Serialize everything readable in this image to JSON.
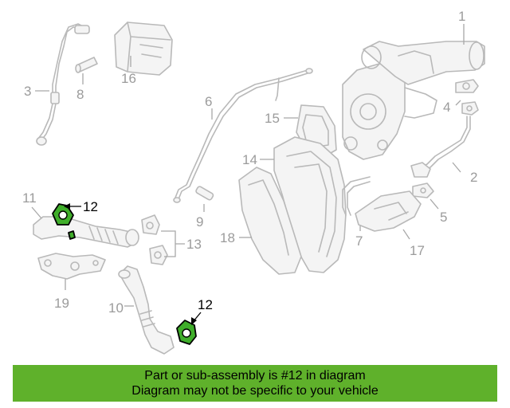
{
  "diagram": {
    "callouts": {
      "c1": "1",
      "c2": "2",
      "c3": "3",
      "c4": "4",
      "c5": "5",
      "c6": "6",
      "c7": "7",
      "c8": "8",
      "c9": "9",
      "c10": "10",
      "c11": "11",
      "c12a": "12",
      "c12b": "12",
      "c13": "13",
      "c14": "14",
      "c15": "15",
      "c16": "16",
      "c17": "17",
      "c18": "18",
      "c19": "19"
    },
    "highlight_color": "#3fae2a"
  },
  "footer": {
    "line1": "Part or sub-assembly is #12 in diagram",
    "line2": "Diagram may not be specific to your vehicle",
    "background": "#5fb12b"
  }
}
